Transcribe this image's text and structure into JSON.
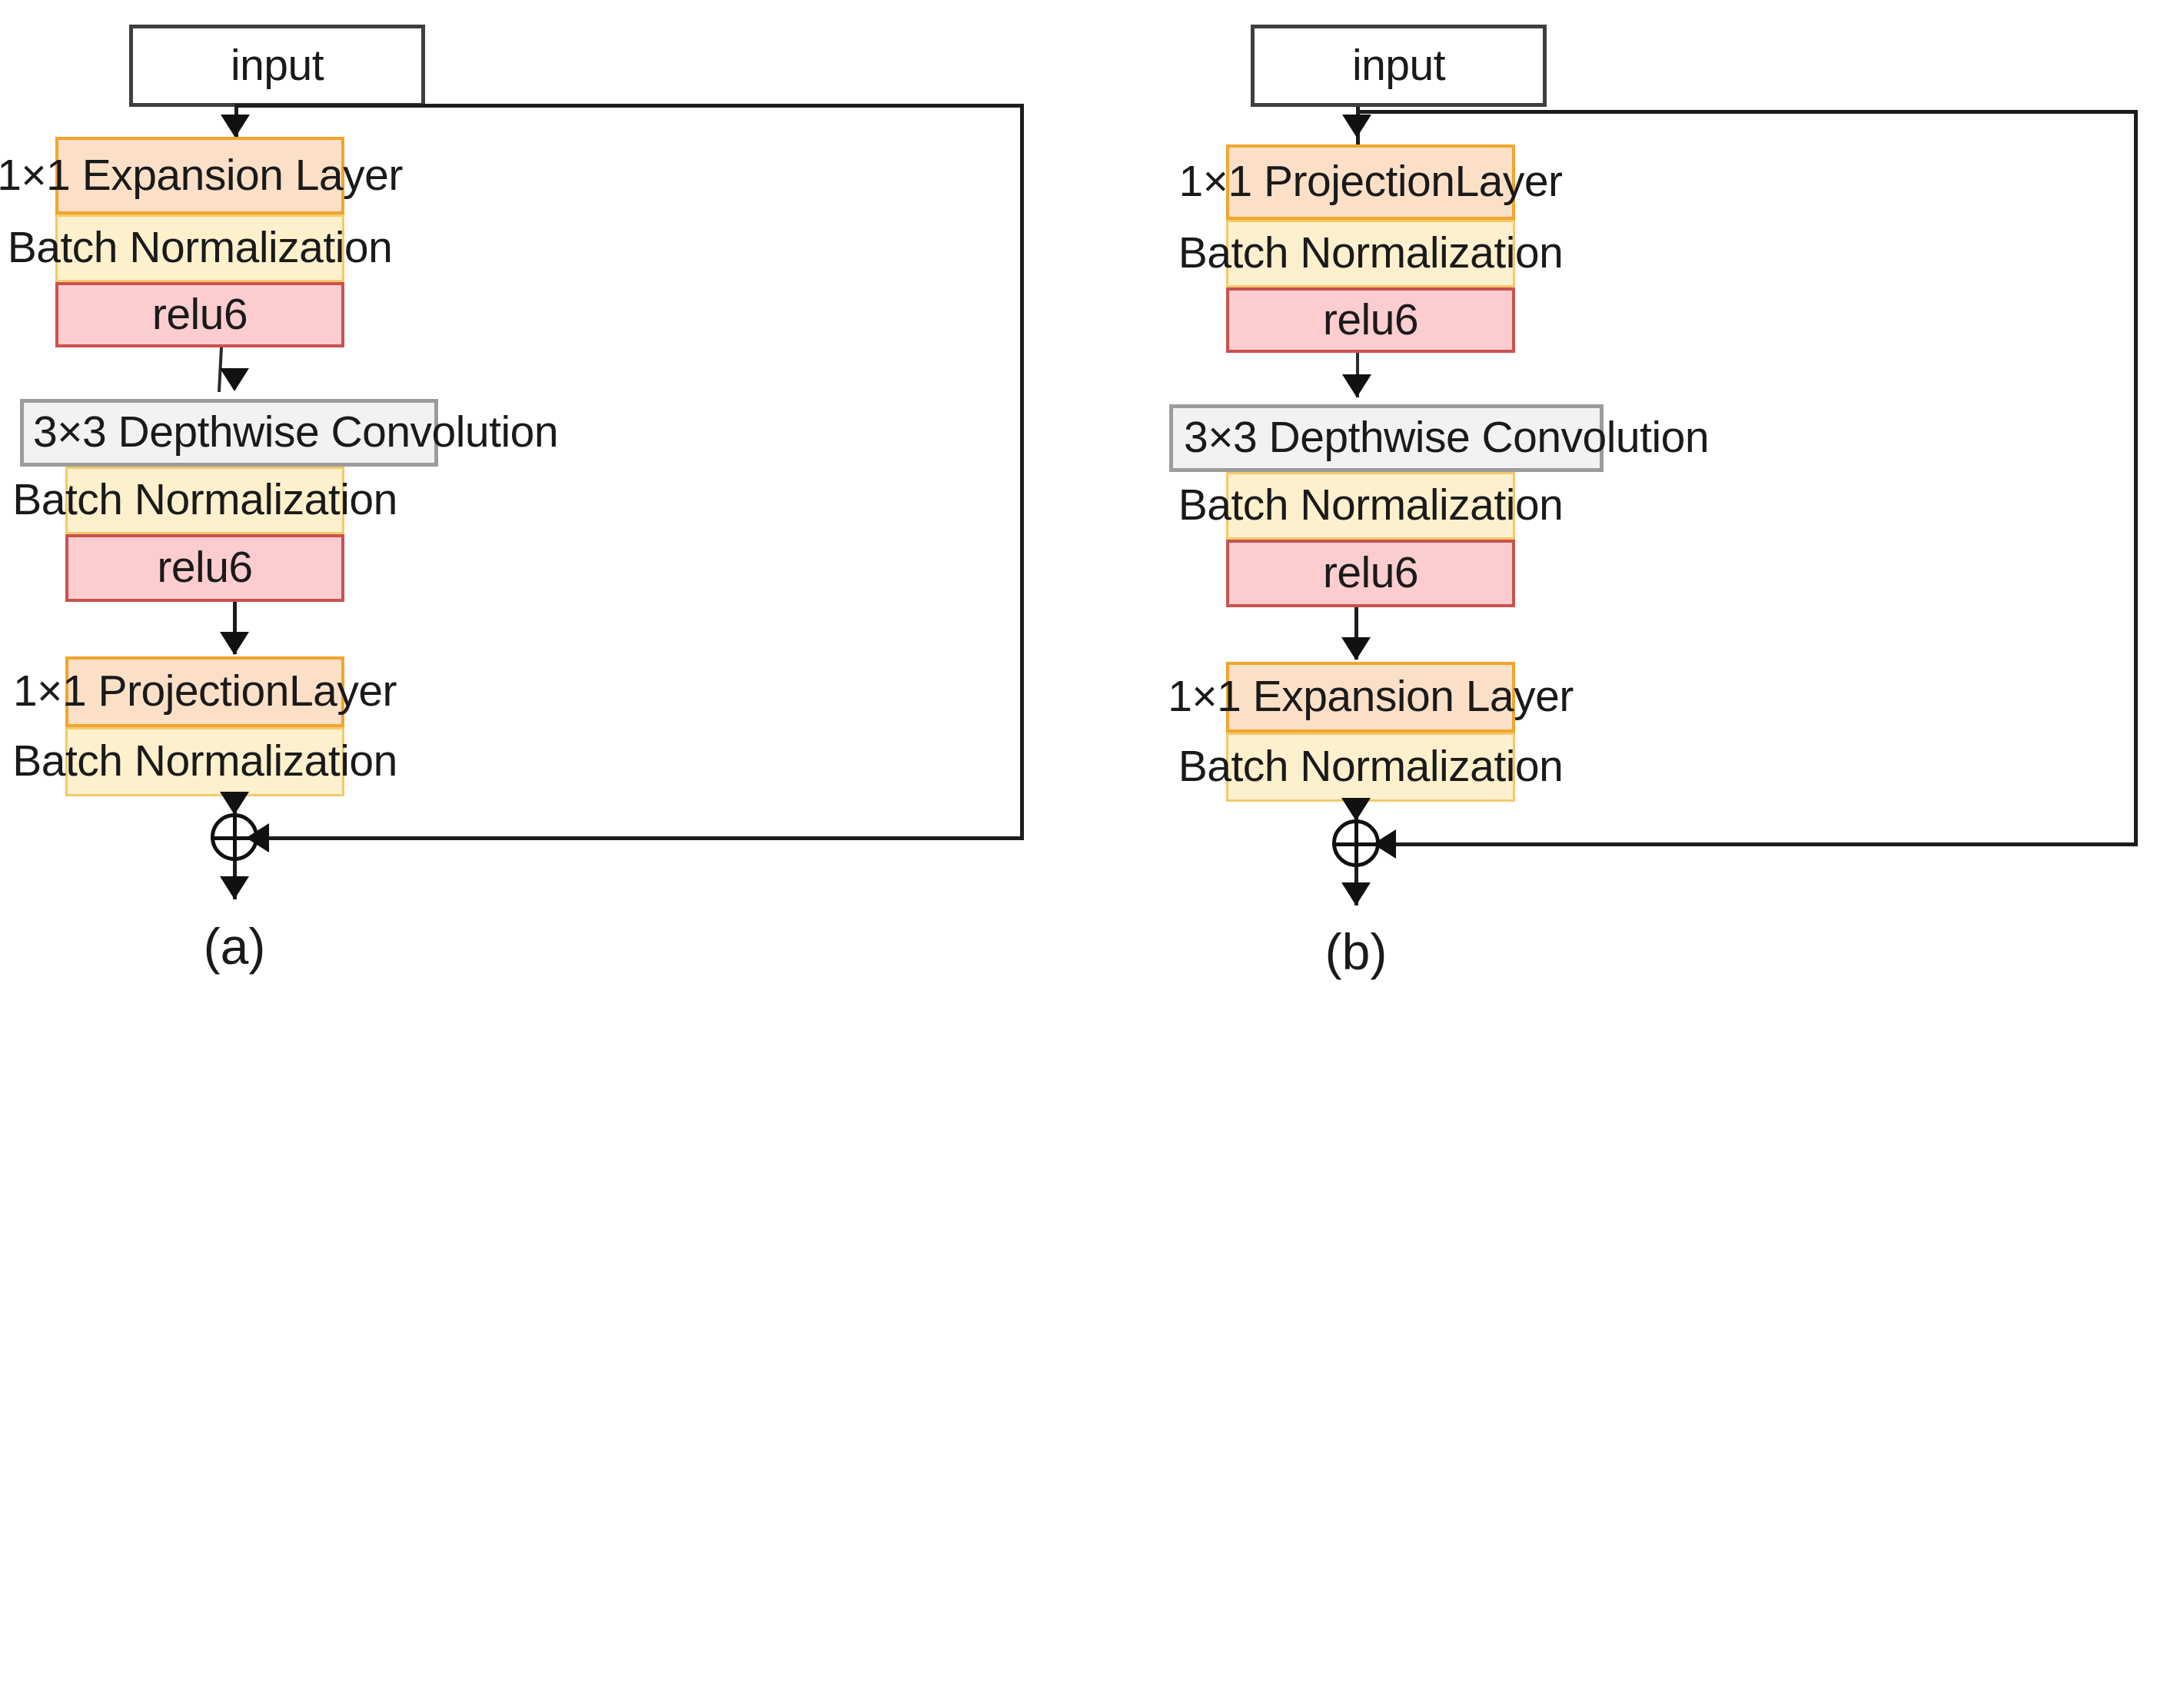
{
  "figure": {
    "type": "diagram",
    "description": "Two inverted-residual / residual bottleneck block diagrams side by side",
    "panels": [
      {
        "id": "a",
        "caption": "(a)",
        "input_label": "input",
        "blocks": [
          {
            "label": "1×1 Expansion Layer",
            "style": "expansion"
          },
          {
            "label": "Batch Normalization",
            "style": "batch-norm"
          },
          {
            "label": "relu6",
            "style": "relu6"
          },
          {
            "label": "3×3 Depthwise Convolution",
            "style": "depthwise-conv"
          },
          {
            "label": "Batch Normalization",
            "style": "batch-norm"
          },
          {
            "label": "relu6",
            "style": "relu6"
          },
          {
            "label": "1×1 ProjectionLayer",
            "style": "projection"
          },
          {
            "label": "Batch Normalization",
            "style": "batch-norm"
          }
        ],
        "skip_connection": true,
        "sum_operator": "⊕"
      },
      {
        "id": "b",
        "caption": "(b)",
        "input_label": "input",
        "blocks": [
          {
            "label": "1×1 ProjectionLayer",
            "style": "projection"
          },
          {
            "label": "Batch Normalization",
            "style": "batch-norm"
          },
          {
            "label": "relu6",
            "style": "relu6"
          },
          {
            "label": "3×3 Depthwise Convolution",
            "style": "depthwise-conv"
          },
          {
            "label": "Batch Normalization",
            "style": "batch-norm"
          },
          {
            "label": "relu6",
            "style": "relu6"
          },
          {
            "label": "1×1 Expansion Layer",
            "style": "expansion"
          },
          {
            "label": "Batch Normalization",
            "style": "batch-norm"
          }
        ],
        "skip_connection": true,
        "sum_operator": "⊕"
      }
    ]
  },
  "colors": {
    "expansion_fill": "#fbe0c7",
    "expansion_border": "#f2a52c",
    "projection_fill": "#fbe0c7",
    "projection_border": "#f2a52c",
    "batch_norm_fill": "#fdf0cd",
    "batch_norm_border": "#f3c96b",
    "relu6_fill": "#fbcdcf",
    "relu6_border": "#c9524f",
    "depthwise_fill": "#f2f2f2",
    "depthwise_border": "#9c9c9c",
    "input_fill": "#ffffff",
    "input_border": "#3f3f3f",
    "connector": "#1d1d1d",
    "background": "#ffffff"
  }
}
